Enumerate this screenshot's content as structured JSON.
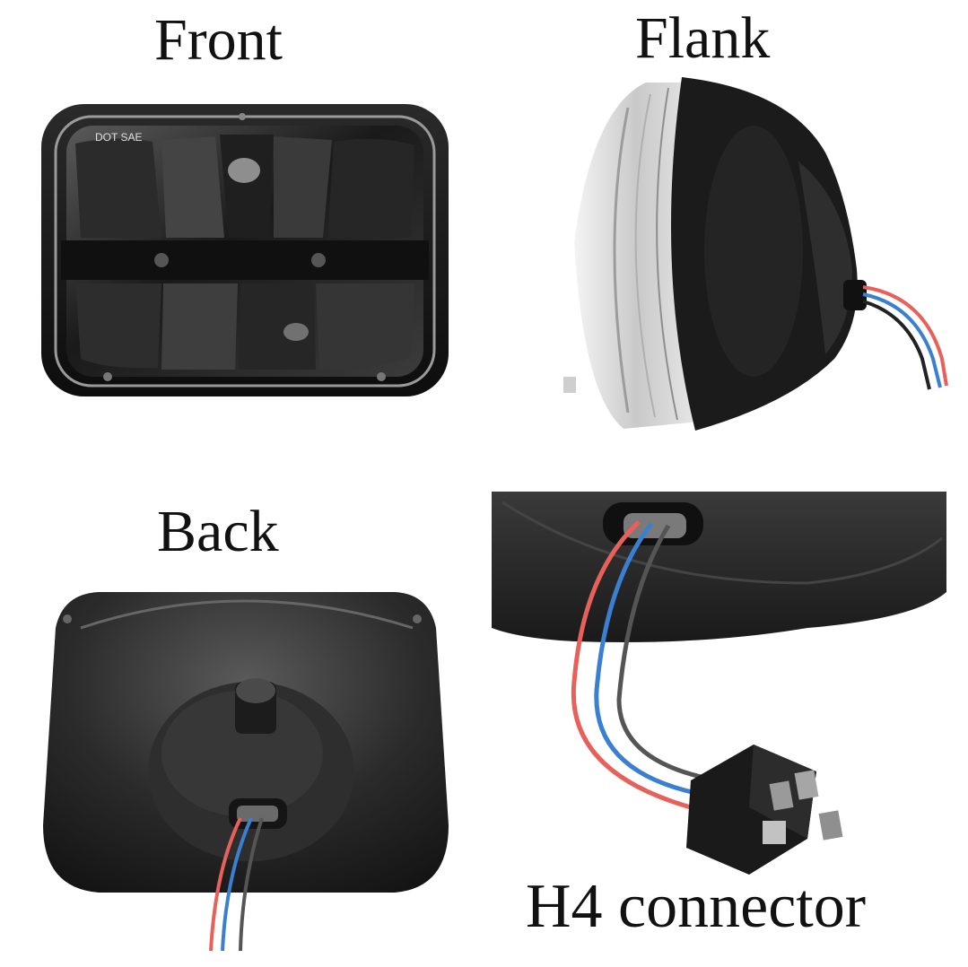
{
  "labels": {
    "front": "Front",
    "flank": "Flank",
    "back": "Back",
    "connector": "H4 connector"
  },
  "front_lens": {
    "markings": "DOT  SAE"
  },
  "wire_colors": {
    "red": "#e8605a",
    "blue": "#3a7fd0",
    "gray": "#8a8a8a"
  }
}
